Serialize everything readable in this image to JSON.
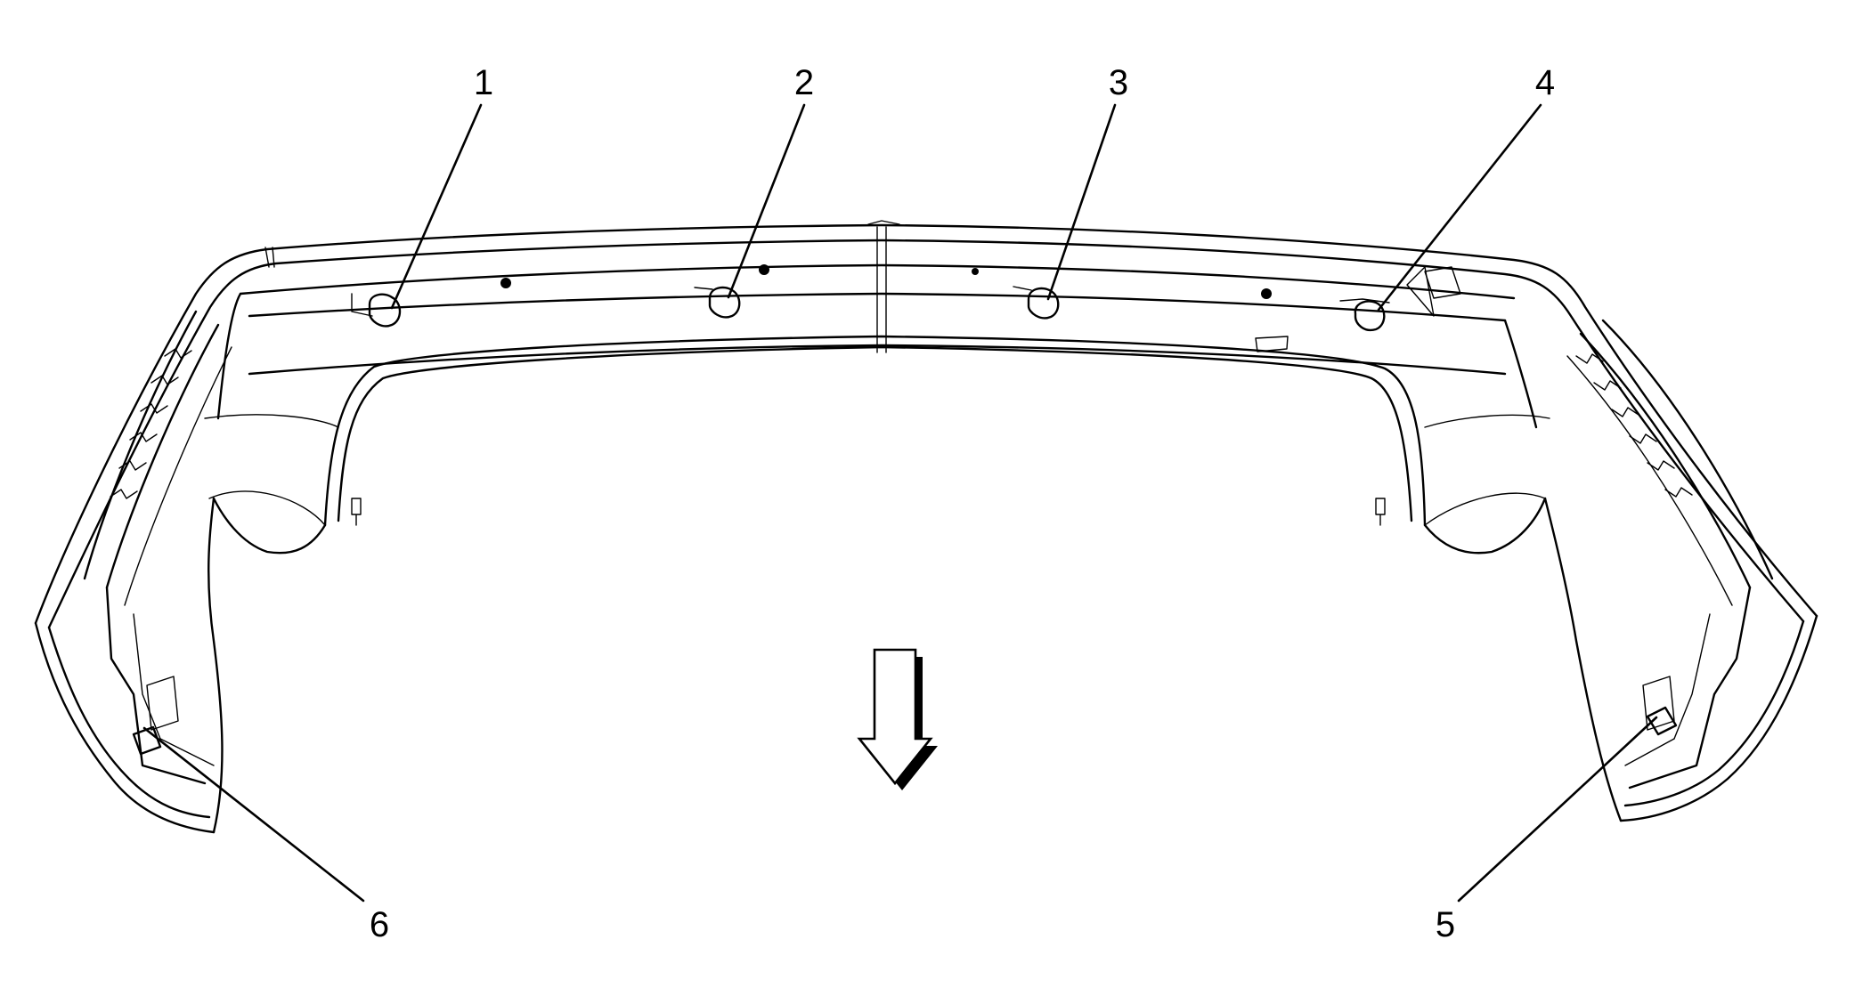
{
  "diagram": {
    "callouts": [
      {
        "id": "1",
        "label": "1"
      },
      {
        "id": "2",
        "label": "2"
      },
      {
        "id": "3",
        "label": "3"
      },
      {
        "id": "4",
        "label": "4"
      },
      {
        "id": "5",
        "label": "5"
      },
      {
        "id": "6",
        "label": "6"
      }
    ],
    "direction_indicator": "down-arrow-icon"
  }
}
